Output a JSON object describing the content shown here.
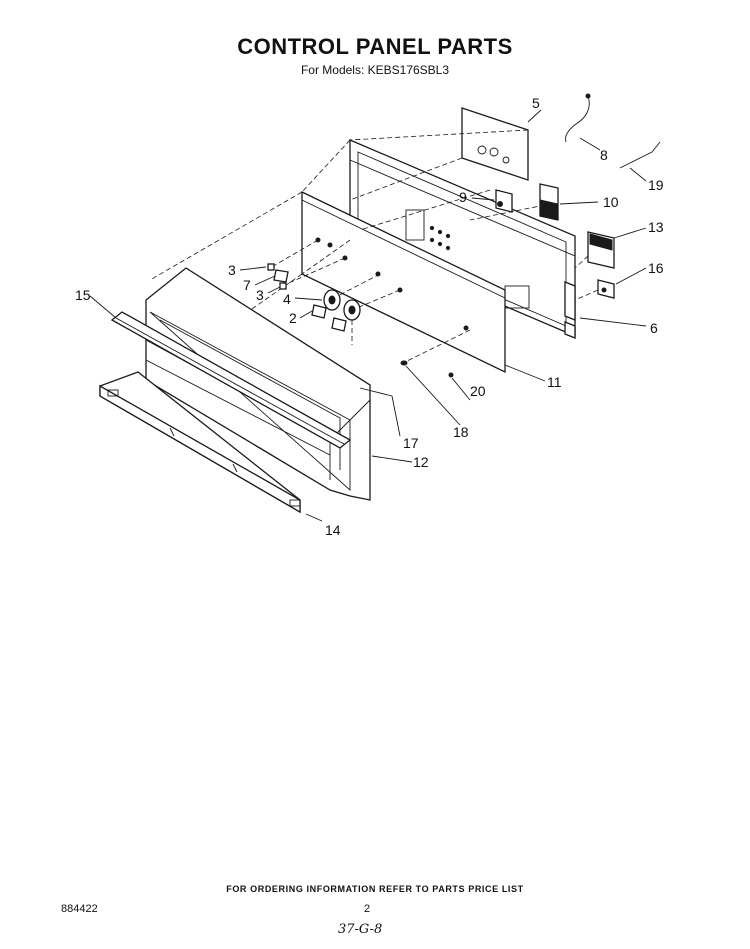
{
  "header": {
    "title": "CONTROL PANEL PARTS",
    "subtitle": "For Models: KEBS176SBL3"
  },
  "callouts": {
    "c2": "2",
    "c3a": "3",
    "c3b": "3",
    "c4": "4",
    "c5": "5",
    "c6": "6",
    "c7": "7",
    "c8": "8",
    "c9": "9",
    "c10": "10",
    "c11": "11",
    "c12": "12",
    "c13": "13",
    "c14": "14",
    "c15": "15",
    "c16": "16",
    "c17": "17",
    "c18": "18",
    "c19": "19",
    "c20": "20"
  },
  "footer": {
    "ordering_note": "FOR ORDERING INFORMATION REFER TO PARTS PRICE LIST",
    "doc_number": "884422",
    "page_number": "2",
    "handwritten_code": "37-G-8"
  }
}
